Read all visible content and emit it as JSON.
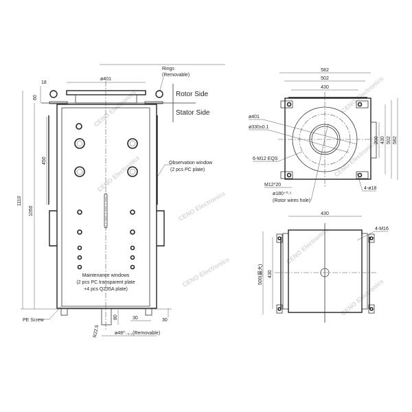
{
  "watermark": "CENO Electronics",
  "front_view": {
    "dim_top_diameter": "ø401",
    "dim_ring_offset": "18",
    "dim_flange_height": "60",
    "dim_total_height": "1110",
    "dim_body_height": "1050",
    "dim_window_height": "450",
    "rings_label": "Rings",
    "rings_note": "(Removable)",
    "rotor_side": "Rotor Side",
    "stator_side": "Stator Side",
    "observation_label": "Observation window",
    "observation_note": "(2 pcs PC plate)",
    "maintenance_line1": "Maintenance windows",
    "maintenance_line2": "(2 pcs PC transparent plate",
    "maintenance_line3": "+4 pcs Q235A plate)",
    "pe_screw": "PE Screw",
    "dim_shaft_len": "80",
    "dim_foot_width": "30",
    "dim_foot_height": "30",
    "dim_radius": "R22.5",
    "dim_shaft_diameter": "ø48⁰₋₀.₂(Removable)"
  },
  "top_view": {
    "dim_582": "582",
    "dim_502": "502",
    "dim_430": "430",
    "dim_200": "200",
    "dim_v430": "430",
    "dim_v502": "502",
    "dim_v582": "582",
    "label_d401": "ø401",
    "label_d330": "ø330±0.1",
    "label_m12_eqs": "6-M12 EQS",
    "label_m12_20": "M12*20",
    "label_d180": "ø180⁺⁰·⁵",
    "label_rotor_hole": "(Rotor wires hole)",
    "label_4_d18": "4-ø18"
  },
  "bottom_view": {
    "dim_430": "430",
    "dim_500": "500(最大)",
    "dim_v430": "430",
    "label_4_m16": "4-M16"
  }
}
